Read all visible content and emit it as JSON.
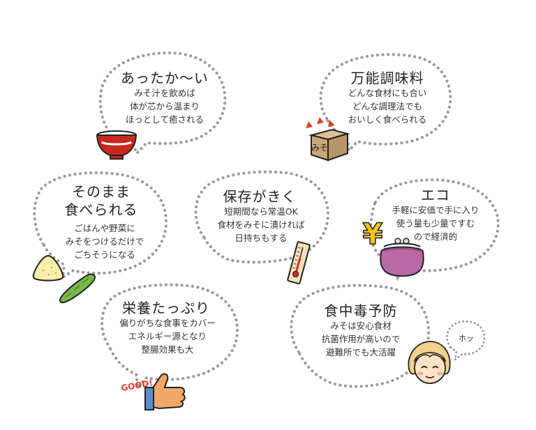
{
  "bubbles": [
    {
      "title": "あったか〜い",
      "lines": [
        "みそ汁を飲めば",
        "体が芯から温まり",
        "ほっとして癒される"
      ]
    },
    {
      "title": "万能調味料",
      "lines": [
        "どんな食材にも合い",
        "どんな調理法でも",
        "おいしく食べられる"
      ]
    },
    {
      "title_lines": [
        "そのまま",
        "食べられる"
      ],
      "lines": [
        "ごはんや野菜に",
        "みそをつけるだけで",
        "ごちそうになる"
      ]
    },
    {
      "title": "保存がきく",
      "lines": [
        "短期間なら常温OK",
        "食材をみそに漬ければ",
        "日持ちもする"
      ]
    },
    {
      "title": "エコ",
      "lines": [
        "手軽に安価で手に入り",
        "使う量も少量ですむ",
        "ので経済的"
      ]
    },
    {
      "title": "栄養たっぷり",
      "lines": [
        "偏りがちな食事をカバー",
        "エネルギー源となり",
        "整腸効果も大"
      ]
    },
    {
      "title": "食中毒予防",
      "lines": [
        "みそは安心食材",
        "抗菌作用が高いので",
        "避難所でも大活躍"
      ]
    }
  ],
  "illustrations": {
    "box_label": "みそ",
    "yen_sign": "¥",
    "good_label": "GOOD!",
    "speech_label": "ホッ"
  },
  "colors": {
    "dots": "#9a9a9a",
    "bowl_red": "#c8281e",
    "box_brown": "#c9a878",
    "purse_pink": "#b96aa6",
    "yen_yellow": "#f2c61a",
    "cucumber_green": "#7bb84a",
    "thermo_red": "#d0302a",
    "hand_orange": "#f0a868"
  },
  "icons": [
    "miso-bowl-icon",
    "miso-box-icon",
    "onigiri-icon",
    "cucumber-icon",
    "thermometer-icon",
    "yen-icon",
    "coin-purse-icon",
    "thumbs-up-icon",
    "relieved-girl-icon"
  ]
}
